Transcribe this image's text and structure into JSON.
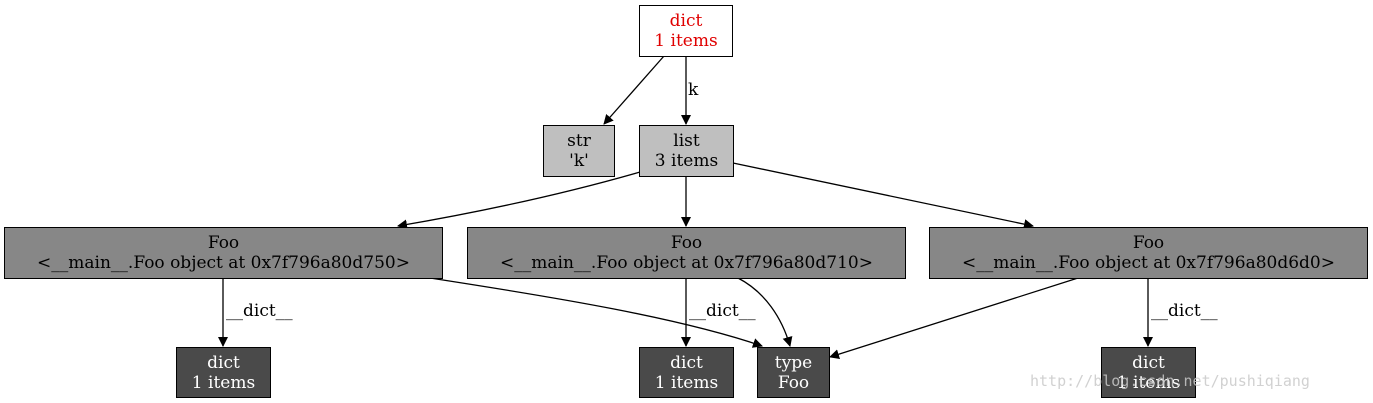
{
  "nodes": {
    "root": {
      "line1": "dict",
      "line2": "1 items"
    },
    "str": {
      "line1": "str",
      "line2": "'k'"
    },
    "list": {
      "line1": "list",
      "line2": "3 items"
    },
    "foo1": {
      "line1": "Foo",
      "line2": "<__main__.Foo object at 0x7f796a80d750>"
    },
    "foo2": {
      "line1": "Foo",
      "line2": "<__main__.Foo object at 0x7f796a80d710>"
    },
    "foo3": {
      "line1": "Foo",
      "line2": "<__main__.Foo object at 0x7f796a80d6d0>"
    },
    "dict1": {
      "line1": "dict",
      "line2": "1 items"
    },
    "dict2": {
      "line1": "dict",
      "line2": "1 items"
    },
    "type": {
      "line1": "type",
      "line2": "Foo"
    },
    "dict3": {
      "line1": "dict",
      "line2": "1 items"
    }
  },
  "edge_labels": {
    "root_list": "k",
    "foo1_dict": "__dict__",
    "foo2_dict": "__dict__",
    "foo3_dict": "__dict__"
  },
  "watermark": "http://blog.csdn.net/pushiqiang",
  "colors": {
    "root_text": "#e00000",
    "light_fill": "#bfbfbf",
    "mid_fill": "#878787",
    "dark_fill": "#4a4a4a"
  }
}
